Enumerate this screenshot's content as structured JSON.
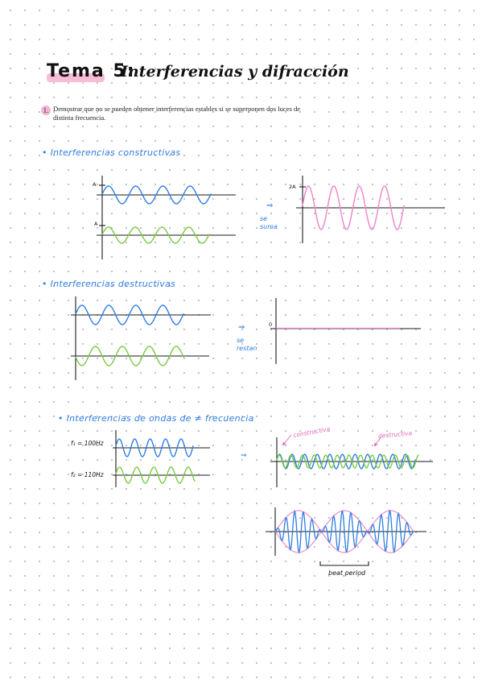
{
  "title": {
    "tema": "Tema 5:",
    "rest": "Interferencias y difracción"
  },
  "exercise": {
    "number": "1.",
    "text": "Demostrar que no se pueden obtener interferencias estables si se superponen dos luces de distinta frecuencia."
  },
  "sections": {
    "constructive": {
      "heading": "• Interferencias constructivas",
      "amp_label_1": "A",
      "amp_label_2": "A",
      "arrow": "⇒",
      "note": "se\nsuma",
      "result_amp_label": "2A"
    },
    "destructive": {
      "heading": "• Interferencias destructivas",
      "arrow": "⇒",
      "note": "se\nrestan",
      "zero_label": "0"
    },
    "frequency": {
      "heading": "• Interferencias de ondas de ≠ frecuencia",
      "f1": "f₁ = 100Hz",
      "f2": "f₂ = 110Hz",
      "arrow": "⇒",
      "label_constructive": "constructiva",
      "label_destructive": "destructiva",
      "beat_label": "beat period"
    }
  },
  "colors": {
    "blue": "#2f7ee0",
    "green": "#7ac943",
    "pink": "#f08ac8",
    "axis": "#1a1a1a",
    "highlight": "#f6a6c8"
  }
}
